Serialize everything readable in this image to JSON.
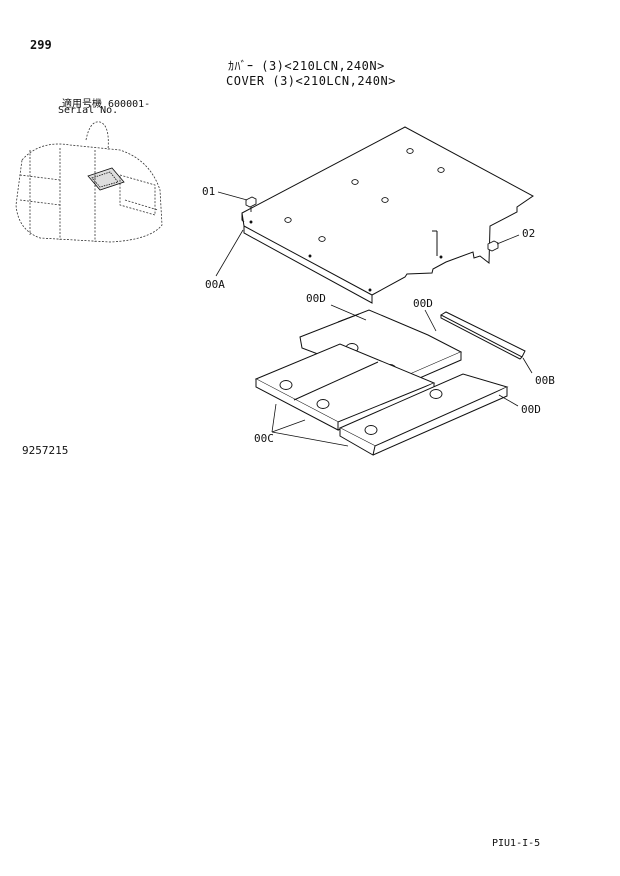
{
  "header": {
    "page_number": "299",
    "title_jp": "ｶﾊﾞｰ (3)<210LCN,240N>",
    "title_en": "COVER (3)<210LCN,240N>",
    "serial_label_jp": "適用号機 600001-",
    "serial_label_en": "Serial No."
  },
  "callouts": {
    "bolt_left": "01",
    "bolt_right": "02",
    "cover_plate": "00A",
    "strip": "00B",
    "spacer_block": "00C",
    "pad_top_left": "00D",
    "pad_top_right": "00D",
    "pad_right": "00D"
  },
  "footer": {
    "doc_code": "9257215",
    "page_code": "PIU1-I-5"
  }
}
